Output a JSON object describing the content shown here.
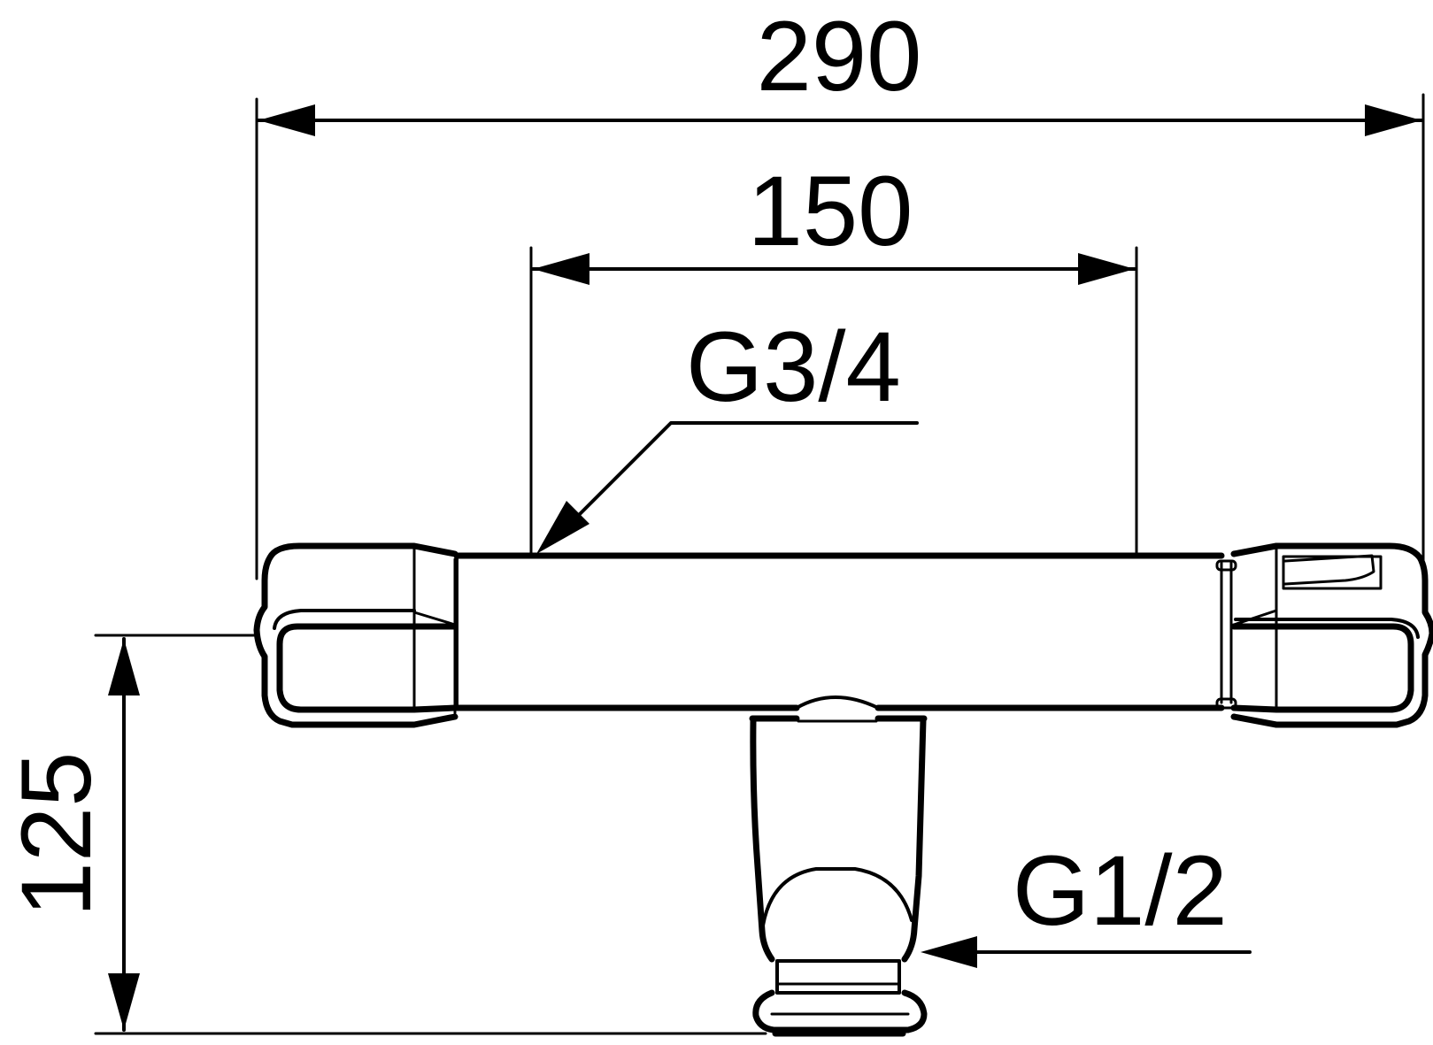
{
  "dimensions": {
    "overall_width": "290",
    "center_distance": "150",
    "inlet_thread": "G3/4",
    "outlet_thread": "G1/2",
    "height": "125"
  },
  "colors": {
    "line": "#000000",
    "background": "#ffffff"
  }
}
